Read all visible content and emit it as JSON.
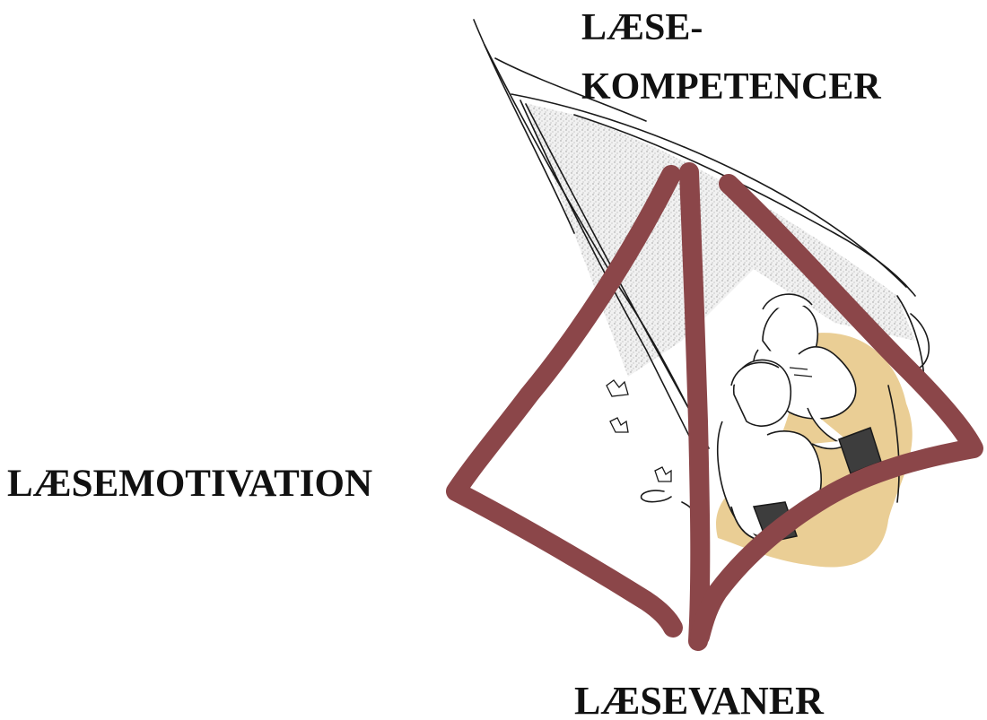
{
  "diagram": {
    "labels": {
      "top_line1": "LÆSE-",
      "top_line2": "KOMPETENCER",
      "left": "LÆSEMOTIVATION",
      "bottom": "LÆSEVANER"
    },
    "colors": {
      "triangle": "#8b4649",
      "ground": "#e8c98a",
      "ink": "#1a1a1a",
      "tent_shade": "#c9c9c9"
    },
    "illustration": {
      "subject": "two children reading books inside a tent",
      "icon": "tent-illustration"
    }
  }
}
